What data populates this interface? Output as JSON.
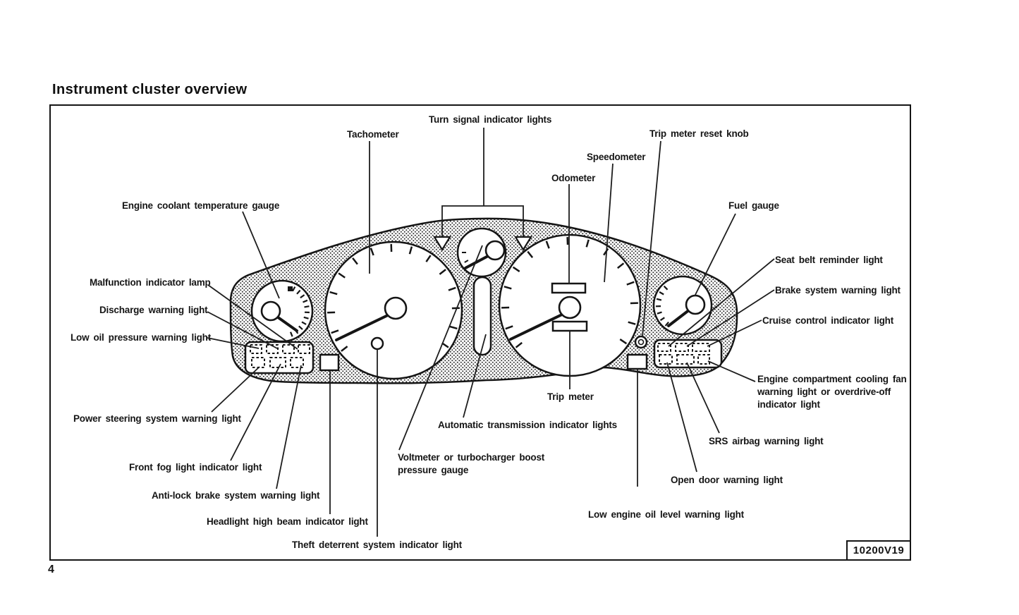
{
  "page": {
    "title": "Instrument cluster overview",
    "page_number": "4",
    "figure_code": "10200V19"
  },
  "colors": {
    "ink": "#151515",
    "paper": "#ffffff"
  },
  "diagram": {
    "type": "instrument-cluster-callout-diagram",
    "labels": {
      "turn_signal": "Turn signal indicator lights",
      "tachometer": "Tachometer",
      "trip_meter_reset_knob": "Trip meter reset knob",
      "speedometer": "Speedometer",
      "odometer": "Odometer",
      "engine_coolant": "Engine coolant temperature gauge",
      "fuel_gauge": "Fuel gauge",
      "seat_belt": "Seat belt reminder light",
      "malfunction": "Malfunction indicator lamp",
      "brake_system": "Brake system warning light",
      "discharge": "Discharge warning light",
      "cruise_control": "Cruise control indicator light",
      "low_oil_pressure": "Low oil pressure warning light",
      "engine_fan": "Engine compartment cooling fan warning light or overdrive-off indicator light",
      "trip_meter": "Trip meter",
      "power_steering": "Power steering system warning light",
      "srs_airbag": "SRS airbag warning light",
      "auto_transmission": "Automatic transmission indicator lights",
      "front_fog": "Front fog light indicator light",
      "voltmeter": "Voltmeter or turbocharger boost pressure gauge",
      "open_door": "Open door warning light",
      "anti_lock": "Anti-lock brake system warning light",
      "low_engine_oil": "Low engine oil level warning light",
      "headlight_high_beam": "Headlight high beam indicator light",
      "theft_deterrent": "Theft deterrent system indicator light"
    }
  }
}
